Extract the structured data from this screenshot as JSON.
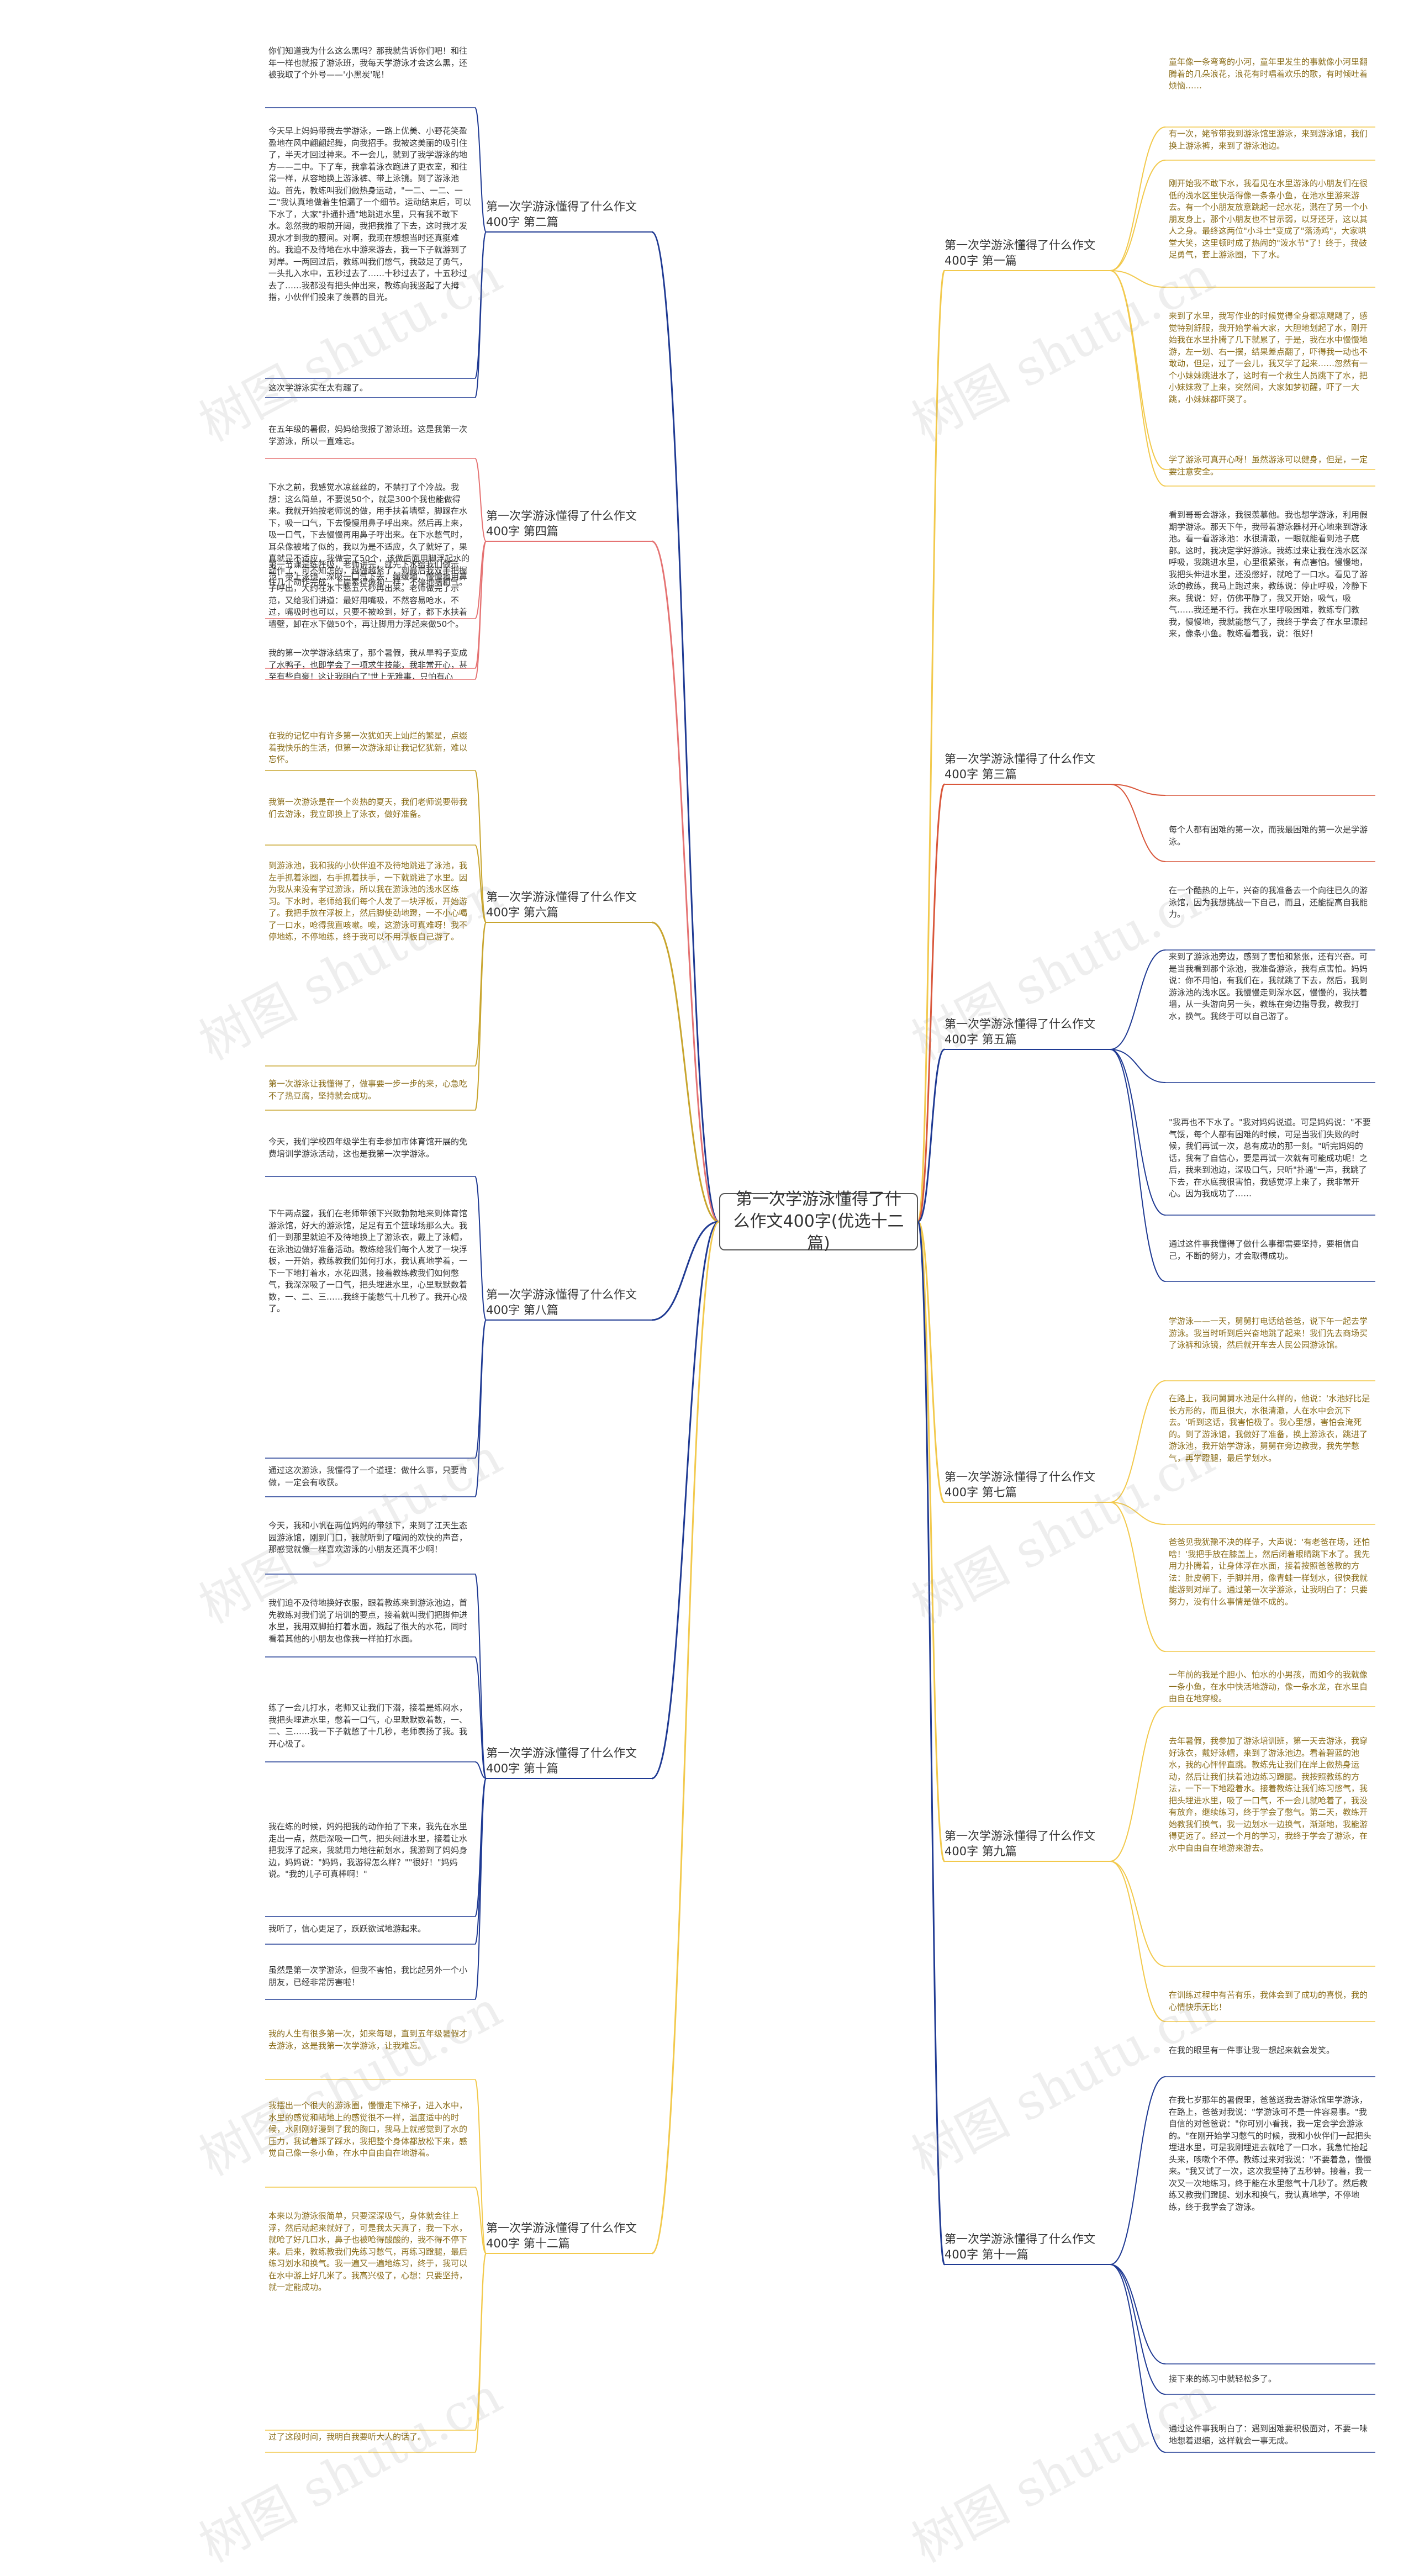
{
  "root": {
    "text": "第一次学游泳懂得了什么作文400字(优选十二篇)"
  },
  "watermark": "树图 shutu.cn",
  "branches": [
    {
      "id": "b1",
      "text": "第一次学游泳懂得了什么作文400字 第一篇",
      "color": "#f2c94c",
      "leaves": [
        "童年像一条弯弯的小河，童年里发生的事就像小河里翻腾着的几朵浪花，浪花有时唱着欢乐的歌，有时倾吐着烦恼……",
        "有一次，姥爷带我到游泳馆里游泳，来到游泳馆，我们换上游泳裤，来到了游泳池边。",
        "刚开始我不敢下水，我看见在水里游泳的小朋友们在很低的浅水区里快活得像一条条小鱼，在池水里游来游去。有一个小朋友放意跳起一起水花，溅在了另一个小朋友身上，那个小朋友也不甘示弱，以牙还牙，这以其人之身。最终这两位\"小斗士\"变成了\"落汤鸡\"，大家哄堂大笑，这里顿时成了热闹的\"泼水节\"了！终于，我鼓足勇气，套上游泳圈，下了水。",
        "来到了水里，我写作业的时候觉得全身都凉飕飕了，感觉特别舒服，我开始学着大家，大胆地划起了水，刚开始我在水里扑腾了几下就累了，于是，我在水中慢慢地游，左一划、右一摆，结果差点翻了，吓得我一动也不敢动，但是，过了一会儿，我又学了起来……忽然有一个小妹妹跳进水了，这时有一个救生人员跳下了水，把小妹妹救了上来，突然间，大家如梦初醒，吓了一大跳，小妹妹都吓哭了。",
        "学了游泳可真开心呀！虽然游泳可以健身，但是，一定要注意安全。"
      ]
    },
    {
      "id": "b2",
      "text": "第一次学游泳懂得了什么作文400字 第二篇",
      "color": "#1f3a93",
      "leaves": [
        "你们知道我为什么这么黑吗？那我就告诉你们吧！和往年一样也就报了游泳班，我每天学游泳才会这么黑，还被我取了个外号——'小黑炭'呢！",
        "今天早上妈妈带我去学游泳，一路上优美、小野花笑盈盈地在风中翩翩起舞，向我招手。我被这美丽的吸引住了，半天才回过神来。不一会儿，就到了我学游泳的地方——二中。下了车，我拿着泳衣跑进了更衣室，和往常一样，从容地换上游泳裤、带上泳镜。到了游泳池边。首先，教练叫我们做热身运动，\"一二、一二、一二\"我认真地做着生怕漏了一个细节。运动结束后，可以下水了，大家\"扑通扑通\"地跳进水里，只有我不敢下水。忽然我的眼前开阔，我把我推了下去，这时我才发现水才到我的腰间。对啊，我现在想想当时还真挺难的。我迫不及待地在水中游来游去，我一下子就游到了对岸。一两回过后，教练叫我们憋气，我鼓足了勇气，一头扎入水中，五秒过去了……十秒过去了，十五秒过去了……我都没有把头伸出来，教练向我竖起了大拇指，小伙伴们投来了羡慕的目光。",
        "这次学游泳实在太有趣了。"
      ]
    },
    {
      "id": "b3",
      "text": "第一次学游泳懂得了什么作文400字 第三篇",
      "color": "#d9573b",
      "leaves": [
        "看到哥哥会游泳，我很羡慕他。我也想学游泳，利用假期学游泳。那天下午，我带着游泳器材开心地来到游泳池。看一看游泳池：水很清澈，一眼就能看到池子底部。这时，我决定学好游泳。我练过来让我在浅水区深呼吸，我跳进水里，心里很紧张，有点害怕。慢慢地，我把头伸进水里，还没憋好，就呛了一口水。看见了游泳的教练，我马上跑过来，教练说：停止呼吸，冷静下来。我说：好，仿佛平静了，我又开始，吸气，吸气……我还是不行。我在水里呼吸困难，教练专门教我，慢慢地，我就能憋气了，我终于学会了在水里漂起来，像条小鱼。教练看着我，说：很好！",
        "每个人都有困难的第一次，而我最困难的第一次是学游泳。"
      ]
    },
    {
      "id": "b4",
      "text": "第一次学游泳懂得了什么作文400字 第四篇",
      "color": "#e57373",
      "leaves": [
        "在五年级的暑假，妈妈给我报了游泳班。这是我第一次学游泳，所以一直难忘。",
        "下水之前，我感觉水凉丝丝的，不禁打了个冷战。我想：这么简单，不要说50个，就是300个我也能做得来。我就开始按老师说的做，用手扶着墙壁，脚踩在水下，吸一口气，下去慢慢用鼻子呼出来。然后再上来，吸一口气，下去慢慢再用鼻子呼出来。在下水憋气时，耳朵像被堵了似的，我以为是不适应，久了就好了，果真就是不适应，我做完了50个，该做后面用脚浮起水的动作了，可不知怎的，越做越紧了，到最后我双手把握住几个动作完成，上岸累得像狗一样，不停地喘粗气。",
        "第一节课是练呼吸，老师讲完，就先下水给我们做示范：带上泳镜，深吸一口气下去，缓缓地，慢慢地用鼻子呼出，大约在水下憋五六秒再出来。老师做完了示范，又给我们讲道：最好用嘴吸，不然容易呛水，不过，嘴吸时也可以，只要不被呛到，好了，都下水扶着墙壁，卸在水下做50个，再让脚用力浮起来做50个。",
        "我的第一次学游泳结束了，那个暑假，我从旱鸭子变成了水鸭子，也即学会了一项求生技能，我非常开心，甚至有些自豪！这让我明白了'世上无难事，只怕有心人'的道理。"
      ]
    },
    {
      "id": "b5",
      "text": "第一次学游泳懂得了什么作文400字 第五篇",
      "color": "#1f3a93",
      "leaves": [
        "在一个酷热的上午，兴奋的我准备去一个向往已久的游泳馆，因为我想挑战一下自己，而且，还能提高自我能力。",
        "来到了游泳池旁边，感到了害怕和紧张，还有兴奋。可是当我看到那个泳池，我准备游泳，我有点害怕。妈妈说：你不用怕，有我们在，我就跳了下去，然后，我到游泳池的浅水区。我慢慢走到深水区，慢慢的，我扶着墙，从一头游向另一头，教练在旁边指导我，教我打水，换气。我终于可以自己游了。",
        "\"我再也不下水了。\"我对妈妈说道。可是妈妈说：\"不要气馁，每个人都有困难的时候，可是当我们失败的时候，我们再试一次，总有成功的那一刻。\"听完妈妈的话，我有了自信心，要是再试一次就有可能成功呢！之后，我来到池边，深吸口气，只听\"扑通\"一声，我跳了下去，在水底我很害怕，我感觉浮上来了，我非常开心。因为我成功了……",
        "通过这件事我懂得了做什么事都需要坚持，要相信自己，不断的努力，才会取得成功。"
      ]
    },
    {
      "id": "b6",
      "text": "第一次学游泳懂得了什么作文400字 第六篇",
      "color": "#c8a52e",
      "leaves": [
        "在我的记忆中有许多第一次犹如天上灿烂的繁星，点缀着我快乐的生活，但第一次游泳却让我记忆犹新，难以忘怀。",
        "我第一次游泳是在一个炎热的夏天，我们老师说要带我们去游泳，我立即换上了泳衣，做好准备。",
        "到游泳池，我和我的小伙伴迫不及待地跳进了泳池，我左手抓着泳圈，右手抓着扶手，一下就跳进了水里。因为我从来没有学过游泳，所以我在游泳池的浅水区练习。下水时，老师给我们每个人发了一块浮板，开始游了。我把手放在浮板上，然后脚使劲地蹬，一不小心喝了一口水，呛得我直咳嗽。唉，这游泳可真难呀！我不停地练，不停地练，终于我可以不用浮板自己游了。",
        "第一次游泳让我懂得了，做事要一步一步的来，心急吃不了热豆腐，坚持就会成功。"
      ]
    },
    {
      "id": "b7",
      "text": "第一次学游泳懂得了什么作文400字 第七篇",
      "color": "#f2c94c",
      "leaves": [
        "学游泳——一天，舅舅打电话给爸爸，说下午一起去学游泳。我当时听到后兴奋地跳了起来！我们先去商场买了泳裤和泳镜，然后就开车去人民公园游泳馆。",
        "在路上，我问舅舅水池是什么样的，他说：'水池好比是长方形的，而且很大，水很清澈，人在水中会沉下去。'听到这话，我害怕极了。我心里想，害怕会淹死的。到了游泳馆，我做好了准备，换上游泳衣，跳进了游泳池，我开始学游泳，舅舅在旁边教我，我先学憋气，再学蹬腿，最后学划水。",
        "爸爸见我犹豫不决的样子，大声说：'有老爸在场，还怕啥！'我把手放在膝盖上，然后闭着眼睛跳下水了。我先用力扑腾着，让身体浮在水面，接着按照爸爸教的方法：肚皮朝下，手脚并用，像青蛙一样划水，很快我就能游到对岸了。通过第一次学游泳，让我明白了：只要努力，没有什么事情是做不成的。"
      ]
    },
    {
      "id": "b8",
      "text": "第一次学游泳懂得了什么作文400字 第八篇",
      "color": "#1f3a93",
      "leaves": [
        "今天，我们学校四年级学生有幸参加市体育馆开展的免费培训学游泳活动，这也是我第一次学游泳。",
        "下午两点整，我们在老师带领下兴致勃勃地来到体育馆游泳馆，好大的游泳馆，足足有五个篮球场那么大。我们一到那里就迫不及待地换上了游泳衣，戴上了泳帽，在泳池边做好准备活动。教练给我们每个人发了一块浮板，一开始，教练教我们如何打水，我认真地学着，一下一下地打着水，水花四溅，接着教练教我们如何憋气，我深深吸了一口气，把头埋进水里，心里默默数着数，一、二、三……我终于能憋气十几秒了。我开心极了。",
        "通过这次游泳，我懂得了一个道理：做什么事，只要肯做，一定会有收获。"
      ]
    },
    {
      "id": "b9",
      "text": "第一次学游泳懂得了什么作文400字 第九篇",
      "color": "#f2c94c",
      "leaves": [
        "一年前的我是个胆小、怕水的小男孩，而如今的我就像一条小鱼，在水中快活地游动，像一条水龙，在水里自由自在地穿梭。",
        "去年暑假，我参加了游泳培训班，第一天去游泳，我穿好泳衣，戴好泳帽，来到了游泳池边。看着碧蓝的池水，我的心怦怦直跳。教练先让我们在岸上做热身运动，然后让我们扶着池边练习蹬腿。我按照教练的方法，一下一下地蹬着水。接着教练让我们练习憋气，我把头埋进水里，吸了一口气，不一会儿就呛着了，我没有放弃，继续练习，终于学会了憋气。第二天，教练开始教我们换气，我一边划水一边换气，渐渐地，我能游得更远了。经过一个月的学习，我终于学会了游泳，在水中自由自在地游来游去。",
        "在训练过程中有苦有乐，我体会到了成功的喜悦，我的心情快乐无比！"
      ]
    },
    {
      "id": "b10",
      "text": "第一次学游泳懂得了什么作文400字 第十篇",
      "color": "#1f3a93",
      "leaves": [
        "今天，我和小帆在两位妈妈的带领下，来到了江天生态园游泳馆，刚到门口，我就听到了喧闹的欢快的声音，那感觉就像一样喜欢游泳的小朋友还真不少啊！",
        "我们迫不及待地换好衣服，跟着教练来到游泳池边，首先教练对我们说了培训的要点，接着就叫我们把脚伸进水里，我用双脚拍打着水面，溅起了很大的水花，同时看着其他的小朋友也像我一样拍打水面。",
        "练了一会儿打水，老师又让我们下潜，接着是练闷水，我把头埋进水里，憋着一口气，心里默默数着数，一、二、三……我一下子就憋了十几秒，老师表扬了我。我开心极了。",
        "我在练的时候，妈妈把我的动作拍了下来，我先在水里走出一点，然后深吸一口气，把头闷进水里，接着让水把我浮了起来，我就用力地往前划水，我游到了妈妈身边，妈妈说：\"妈妈，我游得怎么样？\"\"很好！\"妈妈说。\"我的儿子可真棒啊！\"",
        "我听了，信心更足了，跃跃欲试地游起来。",
        "虽然是第一次学游泳，但我不害怕，我比起另外一个小朋友，已经非常厉害啦！"
      ]
    },
    {
      "id": "b11",
      "text": "第一次学游泳懂得了什么作文400字 第十一篇",
      "color": "#1f3a93",
      "leaves": [
        "在我的眼里有一件事让我一想起来就会发笑。",
        "在我七岁那年的暑假里，爸爸送我去游泳馆里学游泳，在路上，爸爸对我说：\"学游泳可不是一件容易事。\"我自信的对爸爸说：\"你可别小看我，我一定会学会游泳的。\"在刚开始学习憋气的时候，我和小伙伴们一起把头埋进水里，可是我刚埋进去就呛了一口水，我急忙抬起头来，咳嗽个不停。教练过来对我说：\"不要着急，慢慢来。\"我又试了一次，这次我坚持了五秒钟。接着，我一次又一次地练习，终于能在水里憋气十几秒了。然后教练又教我们蹬腿、划水和换气，我认真地学，不停地练，终于我学会了游泳。",
        "接下来的练习中就轻松多了。",
        "通过这件事我明白了：遇到困难要积极面对，不要一味地想着退缩，这样就会一事无成。"
      ]
    },
    {
      "id": "b12",
      "text": "第一次学游泳懂得了什么作文400字 第十二篇",
      "color": "#f2c94c",
      "leaves": [
        "我的人生有很多第一次，如来每嗯，直到五年级暑假才去游泳，这是我第一次学游泳，让我难忘。",
        "我摆出一个很大的游泳圈，慢慢走下梯子，进入水中，水里的感觉和陆地上的感觉很不一样，温度适中的时候，水刚刚好漫到了我的胸口，我马上就感觉到了水的压力，我试着踩了踩水，我把整个身体都放松下来，感觉自己像一条小鱼，在水中自由自在地游着。",
        "本来以为游泳很简单，只要深深吸气，身体就会往上浮，然后动起来就好了，可是我太天真了，我一下水，就呛了好几口水，鼻子也被呛得酸酸的，我不得不停下来。后来，教练教我们先练习憋气，再练习蹬腿，最后练习划水和换气。我一遍又一遍地练习，终于，我可以在水中游上好几米了。我高兴极了，心想：只要坚持，就一定能成功。",
        "过了这段时间，我明白我要听大人的话了。"
      ]
    }
  ]
}
